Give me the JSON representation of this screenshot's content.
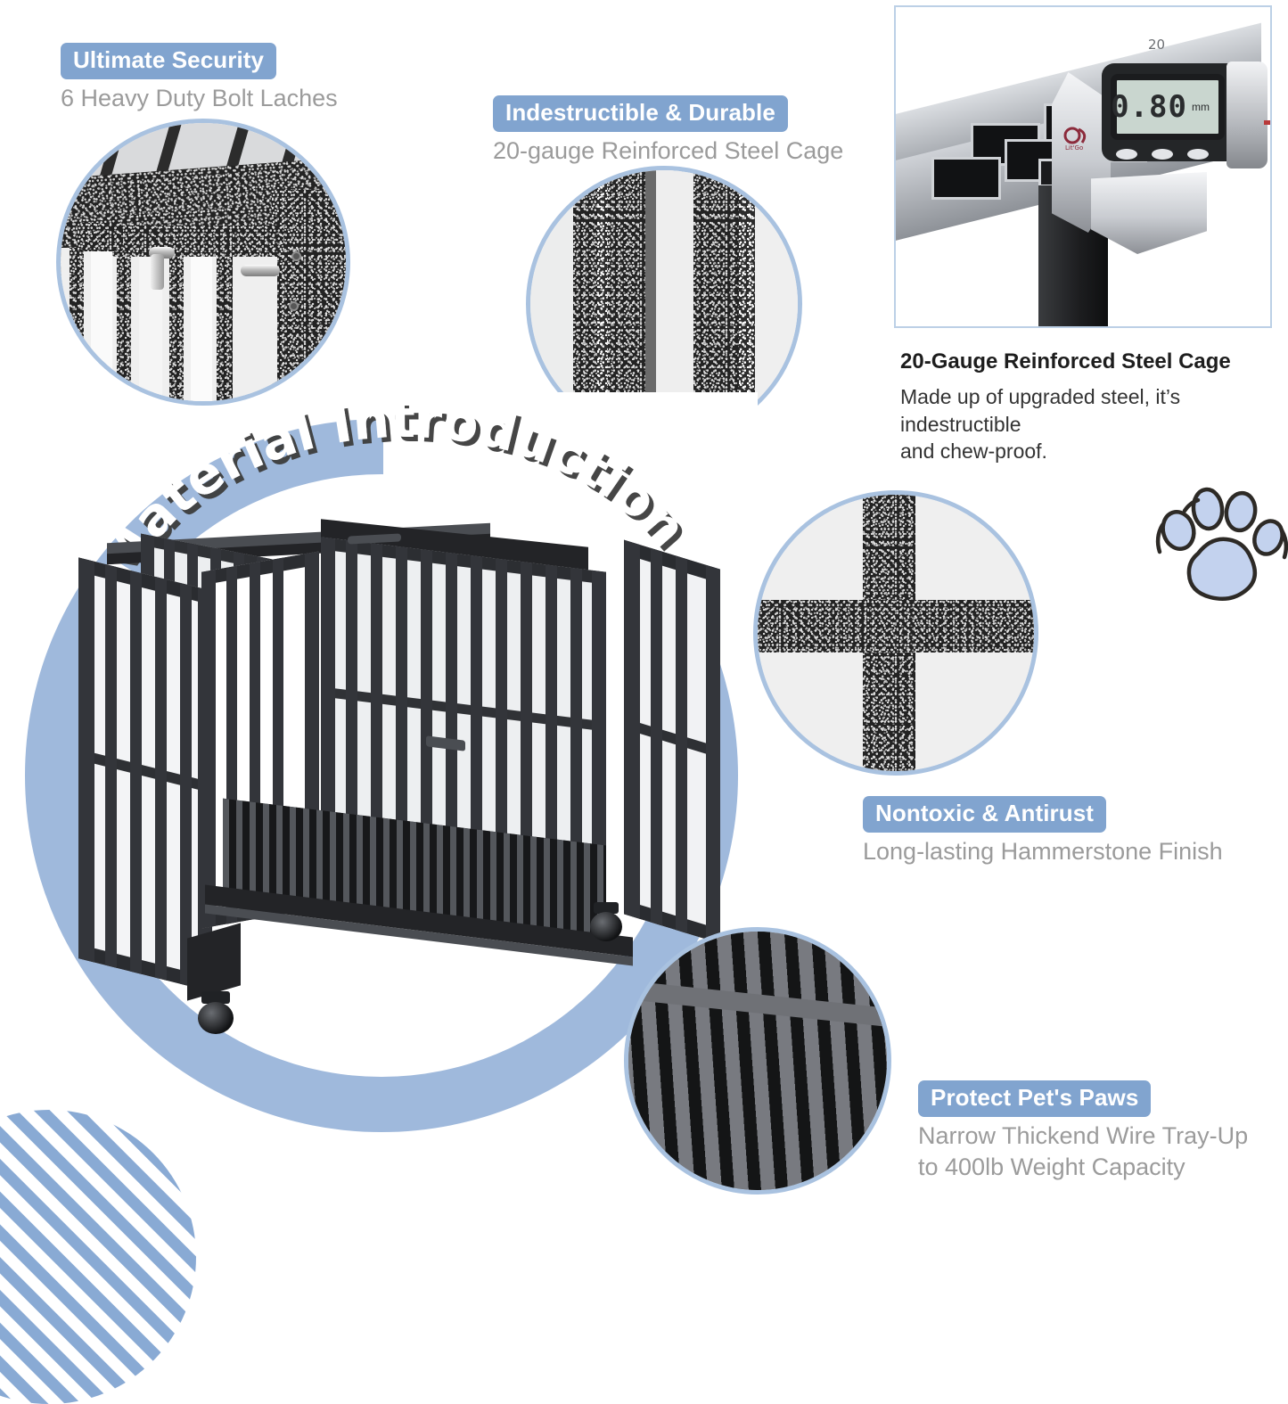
{
  "theme": {
    "badge_bg": "#81a4cf",
    "ring_blue": "#9fb9dc",
    "bubble_border": "#a9c2e0",
    "subtext_gray": "#9b9b9b",
    "body_text": "#333333",
    "frame_border": "#bcd0e6",
    "paw_fill": "#c3d2ee",
    "paw_outline": "#2d2a26",
    "stripe_blue": "#89aad4"
  },
  "hero": {
    "arc_title": "Material Introduction",
    "product_image_name": "heavy-duty-dog-crate-with-double-doors-and-casters"
  },
  "features": [
    {
      "id": "ultimate-security",
      "badge": "Ultimate Security",
      "subtitle": "6 Heavy Duty Bolt Laches",
      "image_name": "bolt-latch-closeup-photo"
    },
    {
      "id": "indestructible-durable",
      "badge": "Indestructible & Durable",
      "subtitle": "20-gauge Reinforced Steel Cage",
      "image_name": "steel-bars-closeup-photo"
    },
    {
      "id": "nontoxic-antirust",
      "badge": "Nontoxic & Antirust",
      "subtitle": "Long-lasting Hammerstone Finish",
      "image_name": "hammerstone-cross-bar-photo"
    },
    {
      "id": "protect-pets-paws",
      "badge": "Protect Pet's Paws",
      "subtitle_line1": "Narrow Thickend Wire Tray-Up",
      "subtitle_line2": "to 400lb Weight Capacity",
      "image_name": "narrow-wire-tray-photo"
    }
  ],
  "steel_panel": {
    "image_name": "steel-tubes-with-digital-caliper-photo",
    "caliper_reading": "0.80",
    "caliper_unit": "mm",
    "caliper_scale_label": "20",
    "title": "20-Gauge Reinforced Steel Cage",
    "body_line1": "Made up of upgraded steel, it’s indestructible",
    "body_line2": "and chew-proof."
  },
  "decor": {
    "paw_icon_name": "paw-print-icon",
    "stripes_name": "diagonal-stripes-corner-decoration"
  }
}
